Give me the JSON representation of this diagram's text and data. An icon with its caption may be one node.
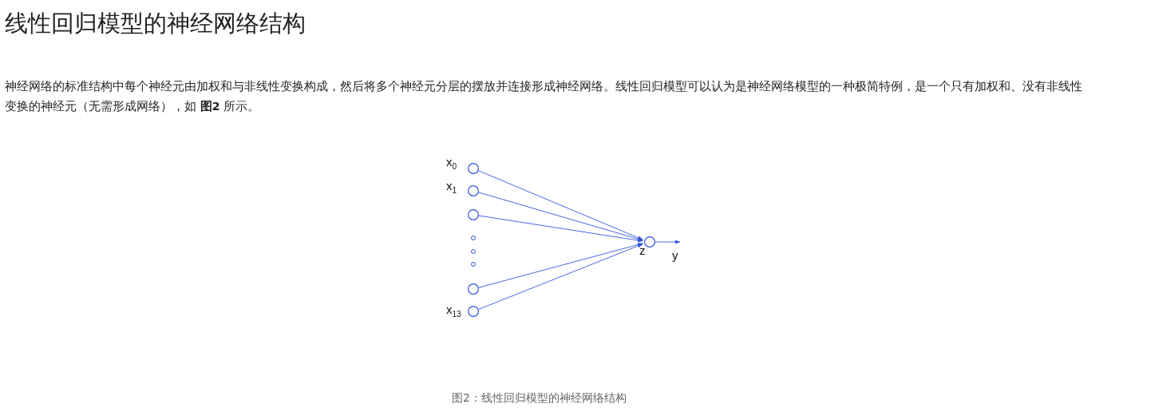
{
  "diagram": {
    "title": "线性回归模型的神经网络结构",
    "caption": "图2：线性回归模型的神经网络结构",
    "nodes": [
      {
        "text": [],
        "shape": "circle",
        "beside": [
          "x$_{0}$"
        ]
      },
      {
        "text": [],
        "shape": "circle",
        "beside": [
          "x$_{1}$"
        ]
      },
      {
        "text": [],
        "shape": "circle"
      },
      {
        "text": [],
        "shape": "circle"
      },
      {
        "text": [],
        "shape": "circle",
        "beside": [
          "x$_{13}$"
        ]
      },
      {
        "text": [],
        "shape": "circle",
        "beside": [
          "z"
        ]
      }
    ],
    "edges": [
      {
        "from": 0,
        "to": 5,
        "arrow": "to"
      },
      {
        "from": 1,
        "to": 5,
        "arrow": "to"
      },
      {
        "from": 2,
        "to": 5,
        "arrow": "to"
      },
      {
        "from": 3,
        "to": 5,
        "arrow": "to"
      },
      {
        "from": 4,
        "to": 5,
        "arrow": "to"
      },
      {
        "from": 5,
        "to": null,
        "arrow": "to",
        "label": "y"
      }
    ],
    "labels": [
      "神经网络的标准结构中每个神经元由加权和与非线性变换构成，然后将多个神经元分层的摆放并连接形成神经网络。线性回归模型可以认为是神经网络模型的一种极简特例，是一个只有加权和、没有非线性变换的神经元（无需形成网络），如 **图2** 所示。"
    ]
  }
}
